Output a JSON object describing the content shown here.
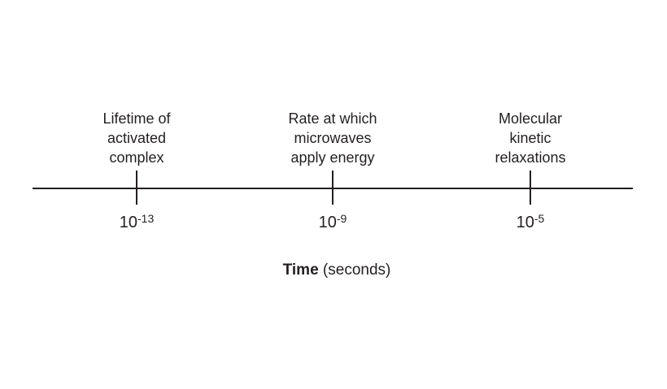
{
  "figure": {
    "colors": {
      "ink": "#231f20",
      "background": "#ffffff"
    },
    "timeline": {
      "marks": [
        {
          "label": "Lifetime of\nactivated\ncomplex",
          "value_base": "10",
          "value_exponent": "-13"
        },
        {
          "label": "Rate at which\nmicrowaves\napply energy",
          "value_base": "10",
          "value_exponent": "-9"
        },
        {
          "label": "Molecular\nkinetic\nrelaxations",
          "value_base": "10",
          "value_exponent": "-5"
        }
      ]
    },
    "axis_caption": {
      "bold": "Time",
      "regular": " (seconds)"
    }
  }
}
